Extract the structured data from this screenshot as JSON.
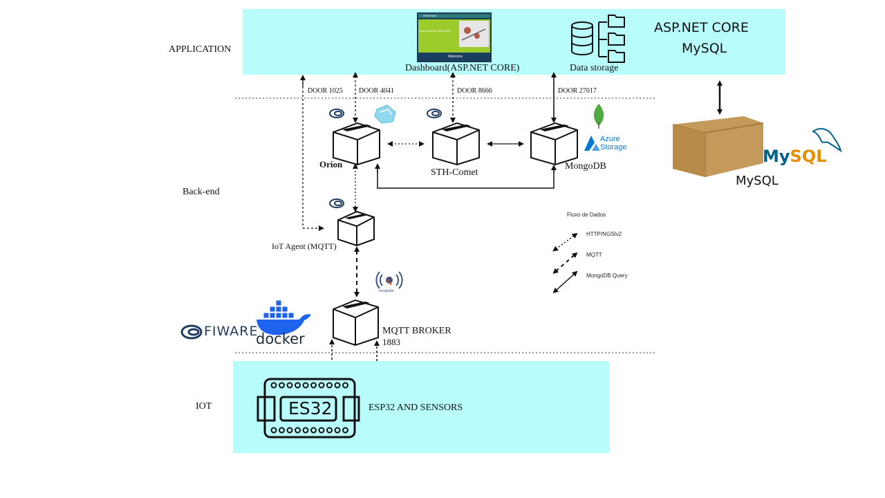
{
  "layers": {
    "application": "APPLICATION",
    "backend": "Back-end",
    "iot": "IOT"
  },
  "application": {
    "dashboard_label": "Dashboard(ASP.NET CORE)",
    "storage_label": "Data storage",
    "stack_line1": "ASP.NET CORE",
    "stack_line2": "MySQL",
    "screenshot_text": "Bem vindo ao WineTrack",
    "screenshot_button": "Welcome",
    "screenshot_brand": "WineTrack"
  },
  "ports": {
    "p1": "DOOR 1025",
    "p2": "DOOR 4041",
    "p3": "DOOR 8666",
    "p4": "DOOR 27017"
  },
  "components": {
    "orion": "Orion",
    "sth_comet": "STH-Comet",
    "mongodb": "MongoDB",
    "iot_agent": "IoT Agent (MQTT)",
    "broker_line1": "MQTT BROKER",
    "broker_line2": "1883",
    "esp_label": "ESP32 AND SENSORS",
    "esp_chip": "ES32",
    "azure_line1": "Azure",
    "azure_line2": "Storage",
    "mosquitto": "mosquitto"
  },
  "legend": {
    "title": "Fluxo de Dados",
    "http": "HTTP/NGSIv2",
    "mqtt": "MQTT",
    "mongo": "MongoDB Query"
  },
  "logos": {
    "fiware": "FIWARE",
    "docker": "docker",
    "mysql_my": "My",
    "mysql_sql": "SQL",
    "mysql_caption": "MySQL"
  },
  "colors": {
    "band": "#b9fcfc",
    "mysql_blue": "#00618a",
    "mysql_orange": "#e48e00",
    "docker_blue": "#1d63ed",
    "mongo_green": "#4faa41",
    "azure_blue": "#0078d4",
    "box_brown": "#c49a5a"
  }
}
